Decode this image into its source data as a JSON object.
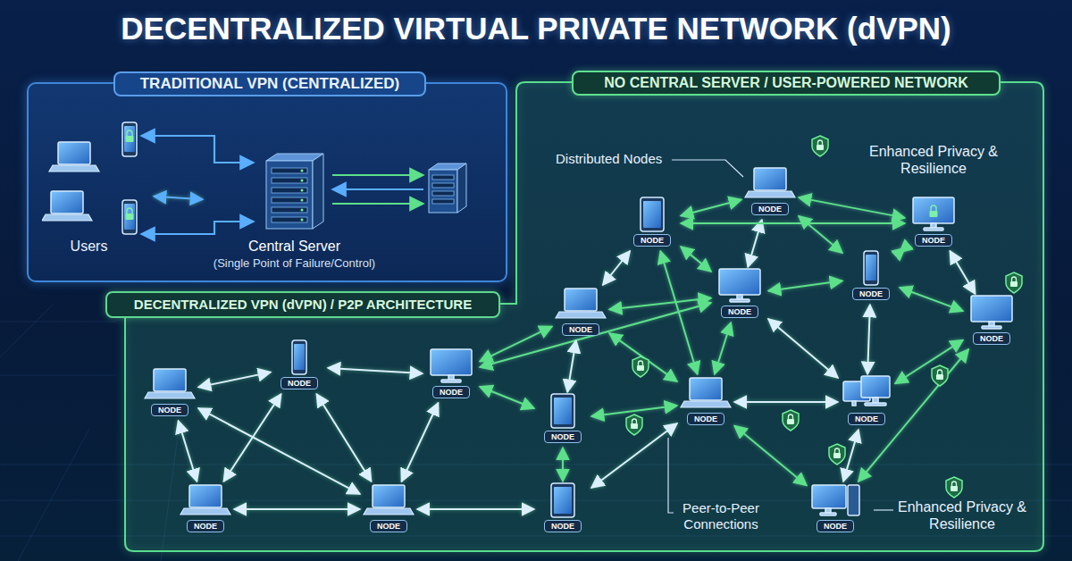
{
  "diagram": {
    "title": "DECENTRALIZED VIRTUAL PRIVATE NETWORK (dVPN)",
    "nodes": [
      {
        "text": [
          "TRADITIONAL VPN (CENTRALIZED)"
        ]
      },
      {
        "text": [
          "Users"
        ],
        "in": 0
      },
      {
        "text": [
          "Central Server",
          "(Single Point of Failure/Control)"
        ],
        "in": 0
      },
      {
        "text": [
          "NO CENTRAL SERVER / USER-POWERED NETWORK"
        ]
      },
      {
        "text": [
          "DECENTRALIZED VPN (dVPN) / P2P ARCHITECTURE"
        ],
        "in": 3
      },
      {
        "text": [
          "NODE"
        ],
        "in": 3
      },
      {
        "text": [
          "NODE"
        ],
        "in": 3
      },
      {
        "text": [
          "NODE"
        ],
        "in": 3
      },
      {
        "text": [
          "NODE"
        ],
        "in": 3
      },
      {
        "text": [
          "NODE"
        ],
        "in": 3
      },
      {
        "text": [
          "NODE"
        ],
        "in": 3
      },
      {
        "text": [
          "NODE"
        ],
        "in": 3
      },
      {
        "text": [
          "NODE"
        ],
        "in": 3
      },
      {
        "text": [
          "NODE"
        ],
        "in": 3
      },
      {
        "text": [
          "NODE"
        ],
        "in": 3
      },
      {
        "text": [
          "NODE"
        ],
        "in": 3
      },
      {
        "text": [
          "NODE"
        ],
        "in": 3
      },
      {
        "text": [
          "NODE"
        ],
        "in": 3
      },
      {
        "text": [
          "NODE"
        ],
        "in": 3
      },
      {
        "text": [
          "NODE"
        ],
        "in": 3
      },
      {
        "text": [
          "NODE"
        ],
        "in": 3
      },
      {
        "text": [
          "NODE"
        ],
        "in": 3
      }
    ],
    "edges": [
      {
        "from": 1,
        "to": 2,
        "arrow": "both"
      },
      {
        "from": 5,
        "to": 6,
        "arrow": "both"
      },
      {
        "from": 5,
        "to": 7,
        "arrow": "both"
      },
      {
        "from": 5,
        "to": 9,
        "arrow": "both"
      },
      {
        "from": 5,
        "to": 8,
        "arrow": "both"
      },
      {
        "from": 6,
        "to": 9,
        "arrow": "both"
      },
      {
        "from": 6,
        "to": 10,
        "arrow": "both"
      },
      {
        "from": 6,
        "to": 7,
        "arrow": "both"
      },
      {
        "from": 7,
        "to": 8,
        "arrow": "both"
      },
      {
        "from": 7,
        "to": 11,
        "arrow": "both"
      },
      {
        "from": 8,
        "to": 9,
        "arrow": "both"
      },
      {
        "from": 8,
        "to": 11,
        "arrow": "both"
      },
      {
        "from": 8,
        "to": 16,
        "arrow": "both"
      },
      {
        "from": 9,
        "to": 10,
        "arrow": "both"
      },
      {
        "from": 9,
        "to": 15,
        "arrow": "both"
      },
      {
        "from": 9,
        "to": 16,
        "arrow": "both"
      },
      {
        "from": 9,
        "to": 13,
        "arrow": "both"
      },
      {
        "from": 10,
        "to": 13,
        "arrow": "both"
      },
      {
        "from": 10,
        "to": 17,
        "arrow": "both"
      },
      {
        "from": 11,
        "to": 16,
        "arrow": "both"
      },
      {
        "from": 11,
        "to": 21,
        "arrow": "both"
      },
      {
        "from": 15,
        "to": 16,
        "arrow": "both"
      },
      {
        "from": 15,
        "to": 17,
        "arrow": "both"
      },
      {
        "from": 15,
        "to": 21,
        "arrow": "both"
      },
      {
        "from": 16,
        "to": 21,
        "arrow": "both"
      },
      {
        "from": 17,
        "to": 20,
        "arrow": "both"
      },
      {
        "from": 13,
        "to": 17,
        "arrow": "both"
      },
      {
        "from": 12,
        "to": 13,
        "arrow": "both"
      },
      {
        "from": 14,
        "to": 12,
        "arrow": "both"
      },
      {
        "from": 14,
        "to": 18,
        "arrow": "both"
      },
      {
        "from": 12,
        "to": 18,
        "arrow": "both"
      },
      {
        "from": 12,
        "to": 19,
        "arrow": "both"
      },
      {
        "from": 18,
        "to": 19,
        "arrow": "both"
      },
      {
        "from": 19,
        "to": 20,
        "arrow": "both"
      },
      {
        "from": 13,
        "to": 19,
        "arrow": "both"
      },
      {
        "from": 14,
        "to": 19,
        "arrow": "both"
      },
      {
        "from": 20,
        "to": 15,
        "arrow": "both"
      },
      {
        "from": 6,
        "to": 15,
        "arrow": "both"
      },
      {
        "from": 10,
        "to": 15,
        "arrow": "both"
      }
    ],
    "labels": [
      "Distributed Nodes",
      "Enhanced Privacy & Resilience",
      "Peer-to-Peer Connections",
      "Enhanced Privacy & Resilience"
    ]
  }
}
